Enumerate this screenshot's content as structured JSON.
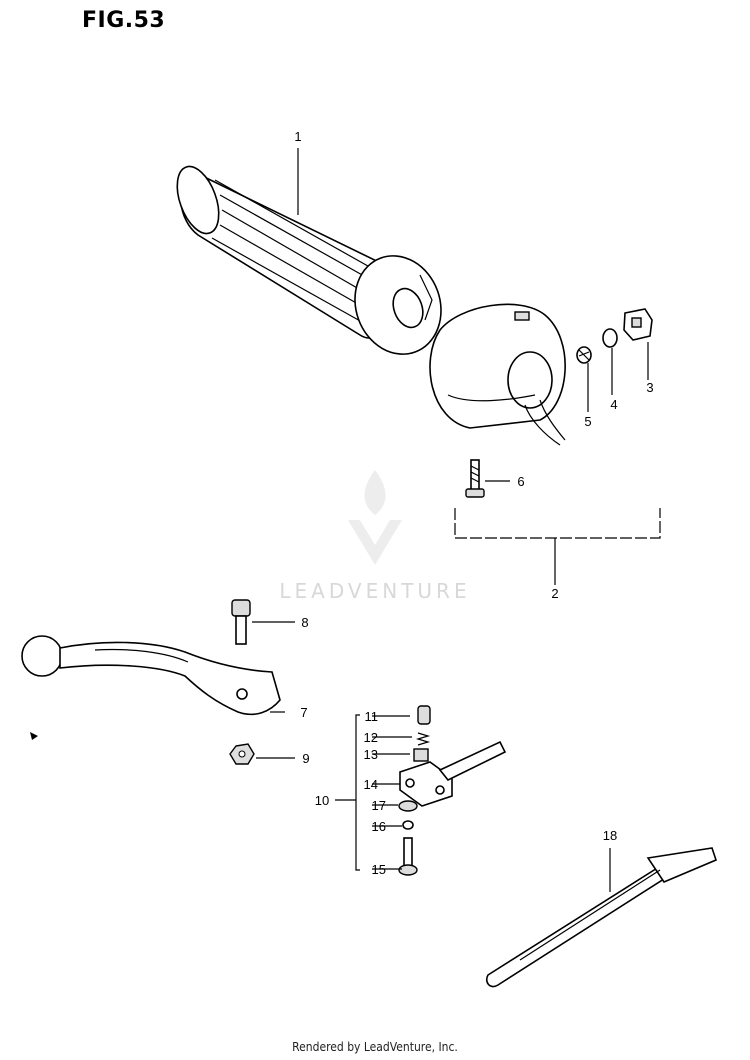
{
  "figure": {
    "title": "FIG.53",
    "watermark": "LEADVENTURE",
    "footer": "Rendered by LeadVenture, Inc."
  },
  "callouts": [
    "1",
    "2",
    "3",
    "4",
    "5",
    "6",
    "7",
    "8",
    "9",
    "10",
    "11",
    "12",
    "13",
    "14",
    "15",
    "16",
    "17",
    "18"
  ]
}
